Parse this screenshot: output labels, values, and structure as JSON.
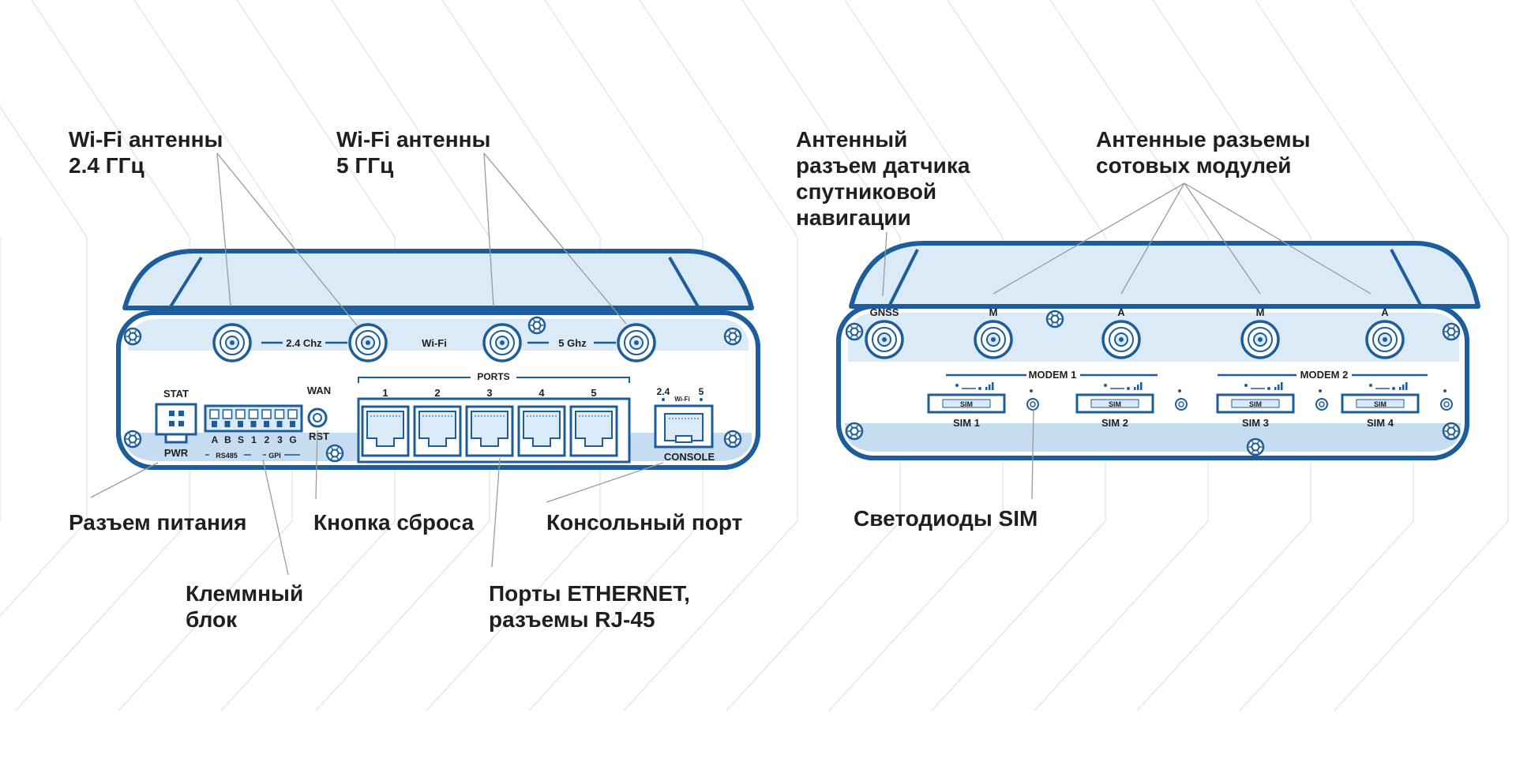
{
  "callouts": {
    "wifi24": [
      "Wi-Fi антенны",
      "2.4 ГГц"
    ],
    "wifi5": [
      "Wi-Fi антенны",
      "5 ГГц"
    ],
    "power": [
      "Разъем питания"
    ],
    "terminal": [
      "Клеммный",
      "блок"
    ],
    "reset": [
      "Кнопка сброса"
    ],
    "ethernet": [
      "Порты ETHERNET,",
      "разъемы RJ-45"
    ],
    "console": [
      "Консольный порт"
    ],
    "gnss": [
      "Антенный",
      "разъем датчика",
      "спутниковой",
      "навигации"
    ],
    "cellular": [
      "Антенные разьемы",
      "сотовых модулей"
    ],
    "simleds": [
      "Светодиоды SIM"
    ]
  },
  "router1": {
    "ant24_label": "2.4 Chz",
    "wifi_label": "Wi-Fi",
    "ant5_label": "5 Ghz",
    "stat": "STAT",
    "pwr": "PWR",
    "terminal_pins": [
      "A",
      "B",
      "S",
      "1",
      "2",
      "3",
      "G"
    ],
    "rs485": "RS485",
    "gpi": "GPI",
    "wan": "WAN",
    "rst": "RST",
    "ports_title": "PORTS",
    "port_numbers": [
      "1",
      "2",
      "3",
      "4",
      "5"
    ],
    "wifi_small": "Wi-Fi",
    "band_24": "2.4",
    "band_5": "5",
    "console": "CONSOLE"
  },
  "router2": {
    "antennas": [
      "GNSS",
      "M",
      "A",
      "M",
      "A"
    ],
    "modem1": "MODEM 1",
    "modem2": "MODEM 2",
    "sim_slot_label": "SIM",
    "sims": [
      "SIM 1",
      "SIM 2",
      "SIM 3",
      "SIM 4"
    ]
  },
  "colors": {
    "outline": "#1d5d9b",
    "fill_light": "#dbeaf7",
    "fill_mid": "#c6dcf0",
    "face": "#ffffff",
    "text": "#1f1f1f",
    "leader": "#9a9a9a",
    "bg_lines": "#cfe5f5"
  }
}
